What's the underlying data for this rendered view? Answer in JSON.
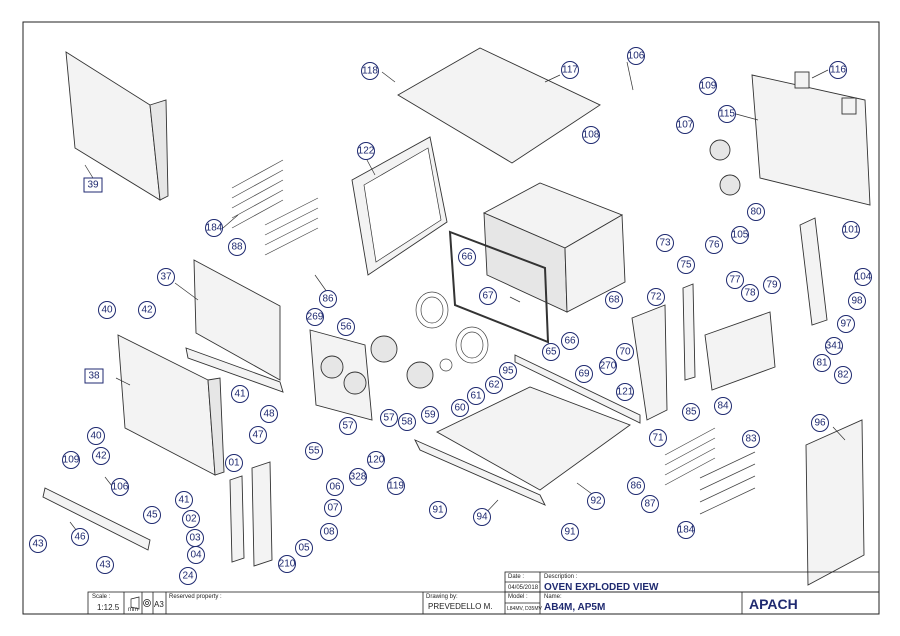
{
  "drawing": {
    "callouts": [
      "118",
      "117",
      "106",
      "109",
      "107",
      "108",
      "116",
      "115",
      "122",
      "184",
      "88",
      "39",
      "37",
      "86",
      "40",
      "42",
      "269",
      "56",
      "66",
      "67",
      "65",
      "73",
      "76",
      "77",
      "78",
      "75",
      "79",
      "101",
      "104",
      "98",
      "97",
      "72",
      "68",
      "66",
      "69",
      "270",
      "70",
      "121",
      "71",
      "85",
      "84",
      "81",
      "341",
      "82",
      "38",
      "48",
      "41",
      "47",
      "55",
      "57",
      "57",
      "58",
      "59",
      "60",
      "61",
      "62",
      "95",
      "92",
      "91",
      "91",
      "94",
      "120",
      "119",
      "328",
      "06",
      "07",
      "08",
      "05",
      "210",
      "01",
      "02",
      "03",
      "04",
      "24",
      "40",
      "42",
      "109",
      "106",
      "45",
      "46",
      "43",
      "43",
      "41",
      "86",
      "87",
      "184",
      "83",
      "96",
      "80",
      "105"
    ],
    "boxed_labels": [
      "39",
      "38"
    ]
  },
  "title_block": {
    "date_label": "Date :",
    "date_value": "04/05/2018",
    "description_label": "Description :",
    "description_value": "OVEN EXPLODED VIEW",
    "model_label": "Model :",
    "model_value": "L84MV, D35MV",
    "name_label": "Name:",
    "name_value": "AB4M,  AP5M",
    "drawing_by_label": "Drawing by:",
    "drawing_by_value": "PREVEDELLO M.",
    "scale_label": "Scale :",
    "scale_value": "1:12.5",
    "unit": "mm",
    "format": "A3",
    "reserved_label": "Reserved property :",
    "brand": "APACH"
  }
}
